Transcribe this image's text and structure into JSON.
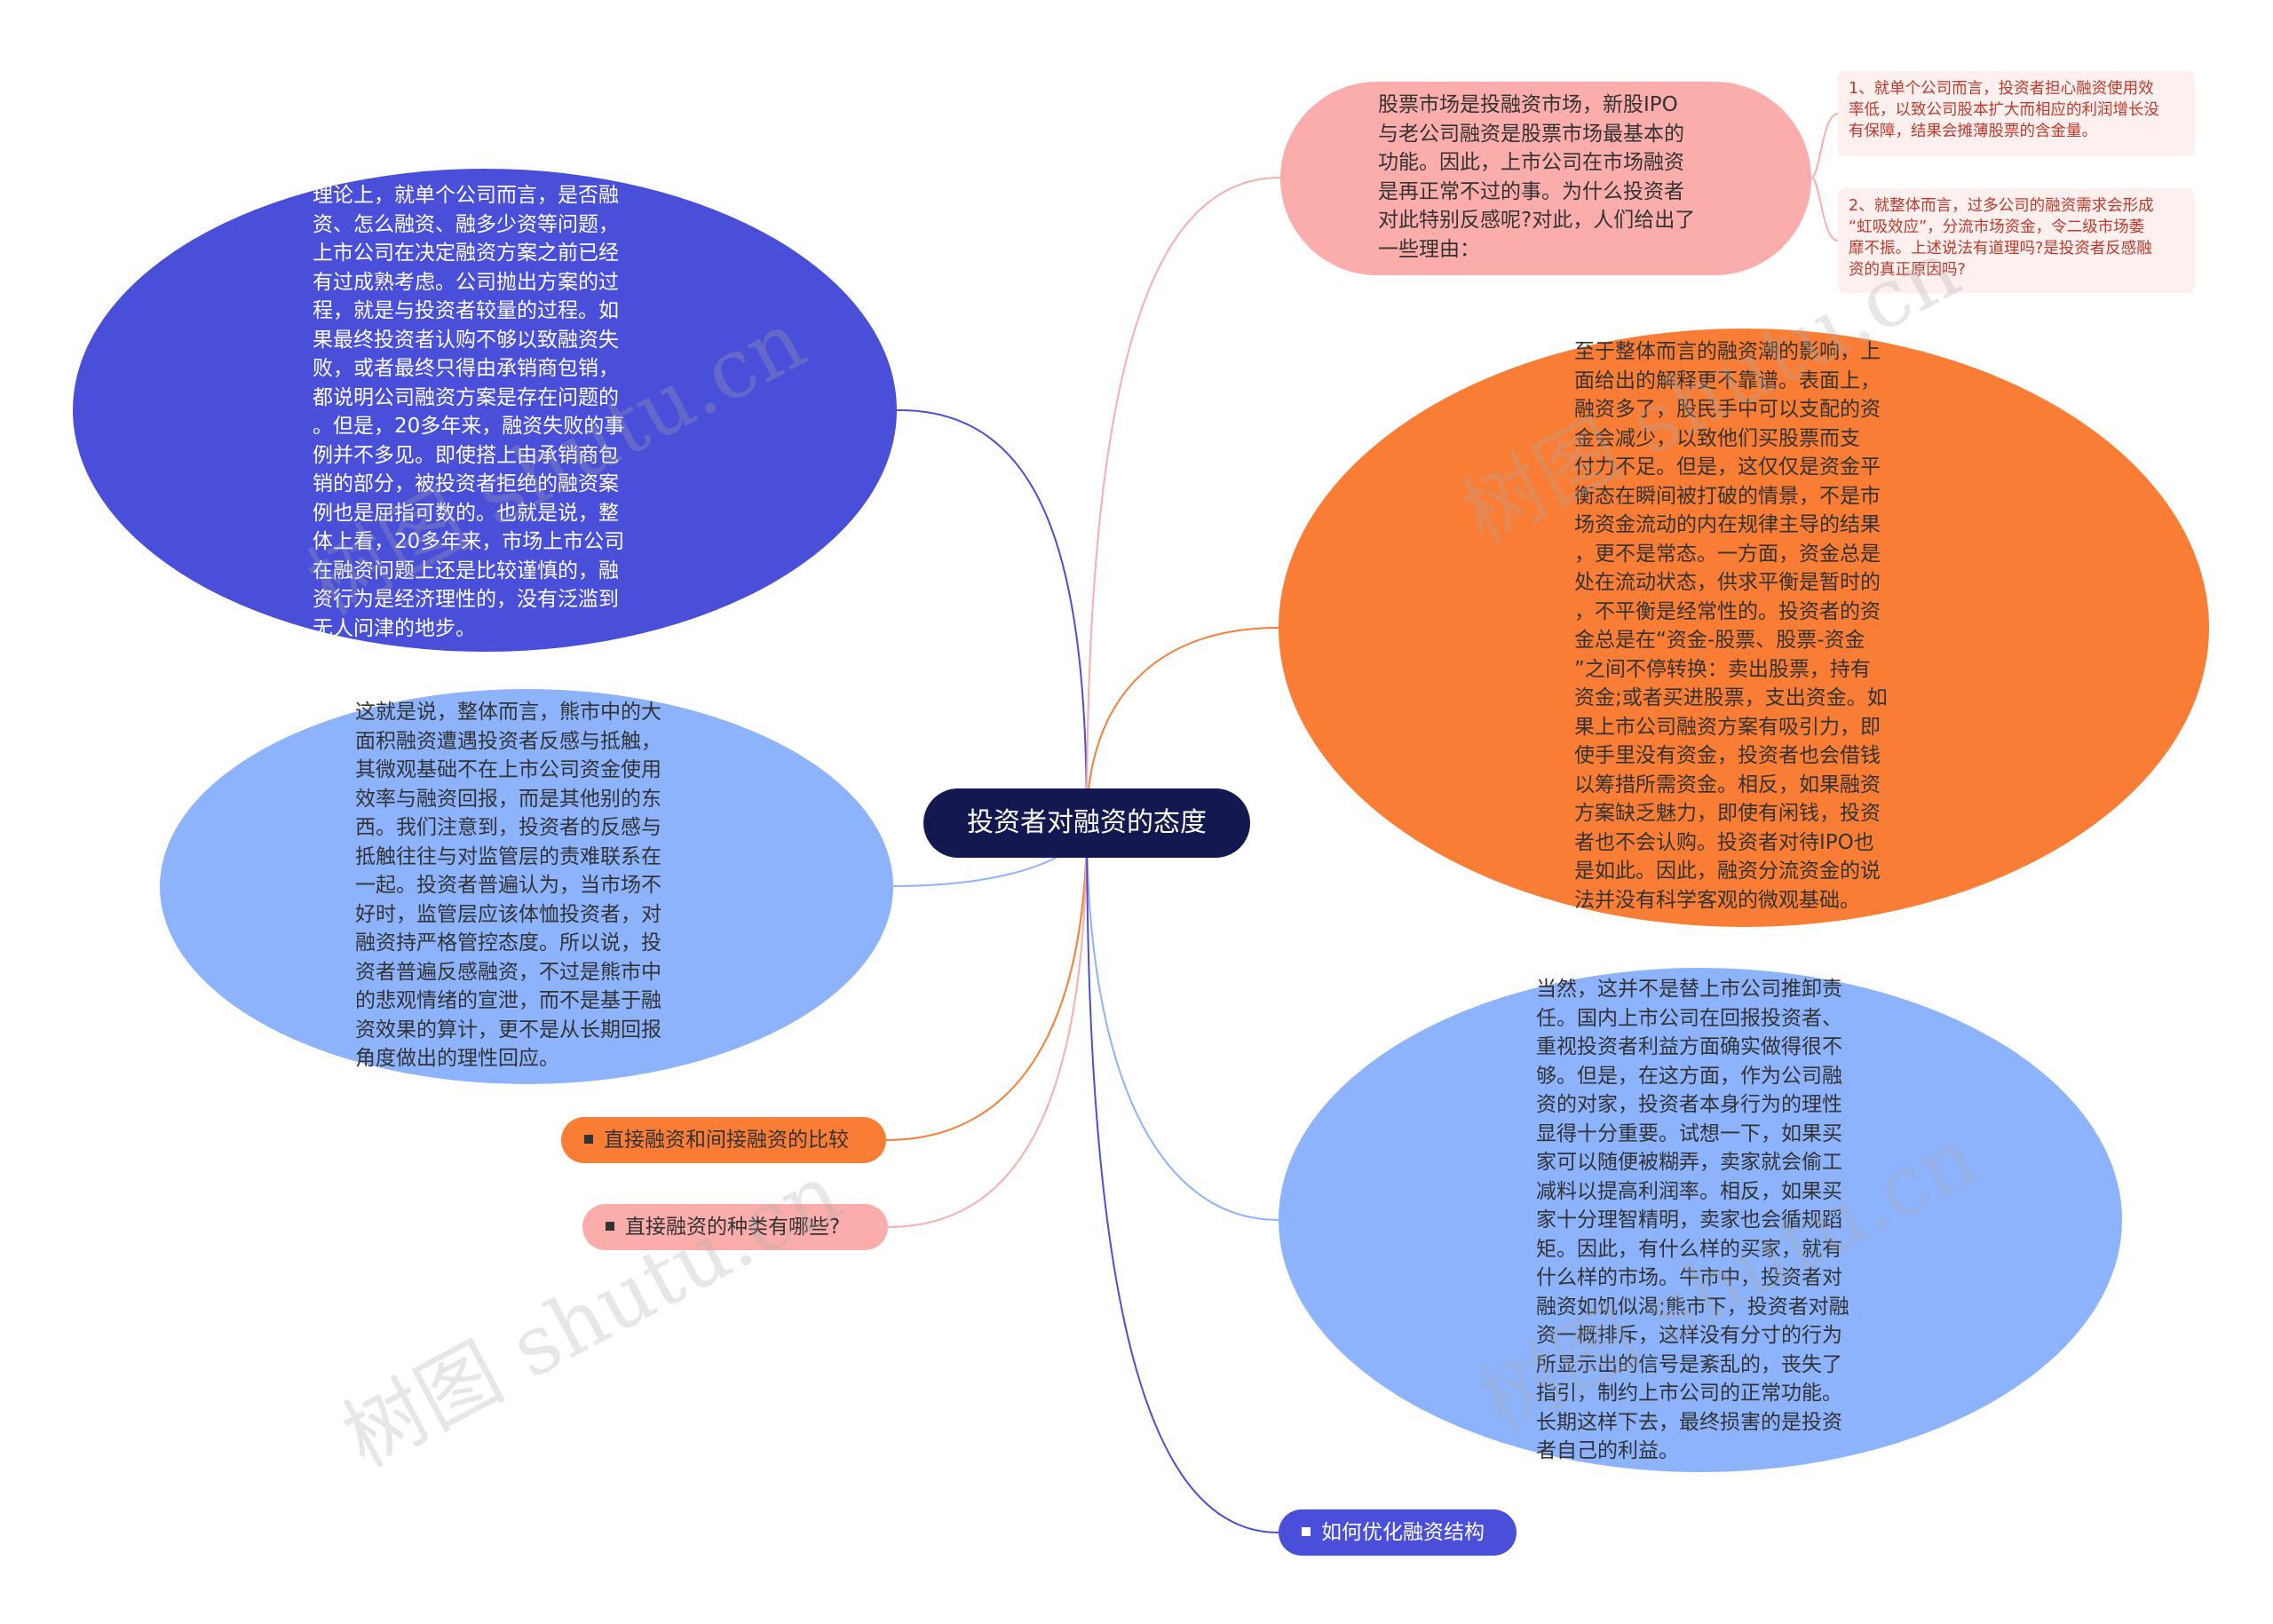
{
  "center": {
    "title": "投资者对融资的态度"
  },
  "nodes": {
    "left_top": "理论上，就单个公司而言，是否融\n资、怎么融资、融多少资等问题，\n上市公司在决定融资方案之前已经\n有过成熟考虑。公司抛出方案的过\n程，就是与投资者较量的过程。如\n果最终投资者认购不够以致融资失\n败，或者最终只得由承销商包销，\n都说明公司融资方案是存在问题的\n。但是，20多年来，融资失败的事\n例并不多见。即使搭上由承销商包\n销的部分，被投资者拒绝的融资案\n例也是屈指可数的。也就是说，整\n体上看，20多年来，市场上市公司\n在融资问题上还是比较谨慎的，融\n资行为是经济理性的，没有泛滥到\n无人问津的地步。",
    "left_mid": "这就是说，整体而言，熊市中的大\n面积融资遭遇投资者反感与抵触，\n其微观基础不在上市公司资金使用\n效率与融资回报，而是其他别的东\n西。我们注意到，投资者的反感与\n抵触往往与对监管层的责难联系在\n一起。投资者普遍认为，当市场不\n好时，监管层应该体恤投资者，对\n融资持严格管控态度。所以说，投\n资者普遍反感融资，不过是熊市中\n的悲观情绪的宣泄，而不是基于融\n资效果的算计，更不是从长期回报\n角度做出的理性回应。",
    "right_top": "股票市场是投融资市场，新股IPO\n与老公司融资是股票市场最基本的\n功能。因此，上市公司在市场融资\n是再正常不过的事。为什么投资者\n对此特别反感呢?对此，人们给出了\n一些理由：",
    "right_orange": "至于整体而言的融资潮的影响，上\n面给出的解释更不靠谱。表面上，\n融资多了，股民手中可以支配的资\n金会减少，以致他们买股票而支\n付力不足。但是，这仅仅是资金平\n衡态在瞬间被打破的情景，不是市\n场资金流动的内在规律主导的结果\n，更不是常态。一方面，资金总是\n处在流动状态，供求平衡是暂时的\n，不平衡是经常性的。投资者的资\n金总是在“资金-股票、股票-资金\n”之间不停转换：卖出股票，持有\n资金;或者买进股票，支出资金。如\n果上市公司融资方案有吸引力，即\n使手里没有资金，投资者也会借钱\n以筹措所需资金。相反，如果融资\n方案缺乏魅力，即使有闲钱，投资\n者也不会认购。投资者对待IPO也\n是如此。因此，融资分流资金的说\n法并没有科学客观的微观基础。",
    "right_blue": "当然，这并不是替上市公司推卸责\n任。国内上市公司在回报投资者、\n重视投资者利益方面确实做得很不\n够。但是，在这方面，作为公司融\n资的对家，投资者本身行为的理性\n显得十分重要。试想一下，如果买\n家可以随便被糊弄，卖家就会偷工\n减料以提高利润率。相反，如果买\n家十分理智精明，卖家也会循规蹈\n矩。因此，有什么样的买家，就有\n什么样的市场。牛市中，投资者对\n融资如饥似渴;熊市下，投资者对融\n资一概排斥，这样没有分寸的行为\n所显示出的信号是紊乱的，丧失了\n指引，制约上市公司的正常功能。\n长期这样下去，最终损害的是投资\n者自己的利益。"
  },
  "leaves": {
    "leaf1": "1、就单个公司而言，投资者担心融资使用效\n率低，以致公司股本扩大而相应的利润增长没\n有保障，结果会摊薄股票的含金量。",
    "leaf2": "2、就整体而言，过多公司的融资需求会形成\n“虹吸效应”，分流市场资金，令二级市场萎\n靡不振。上述说法有道理吗?是投资者反感融\n资的真正原因吗?"
  },
  "pills": {
    "p1": "直接融资和间接融资的比较",
    "p2": "直接融资的种类有哪些?",
    "p3": "如何优化融资结构"
  },
  "watermark": "树图 shutu.cn",
  "colors": {
    "center": "#141850",
    "indigo": "#4a4fd9",
    "light_blue": "#8cb3fb",
    "orange": "#f97d35",
    "pink": "#fbadac",
    "leaf_bg": "#fdf0ef",
    "leaf_text": "#c0392b"
  }
}
